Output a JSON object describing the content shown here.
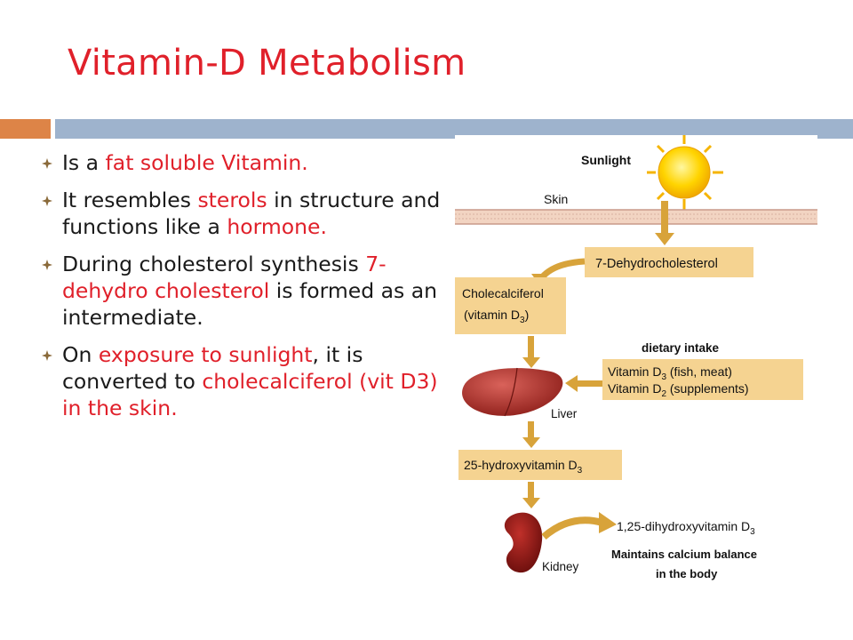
{
  "slide": {
    "title": "Vitamin-D Metabolism",
    "colors": {
      "title": "#e0202a",
      "highlight": "#e0202a",
      "bar_orange": "#dd8447",
      "bar_blue": "#9eb3cd"
    },
    "bullets": [
      {
        "segments": [
          "Is a ",
          "fat soluble Vitamin."
        ]
      },
      {
        "segments": [
          "It resembles ",
          "sterols",
          " in structure and functions like a ",
          "hormone."
        ]
      },
      {
        "segments": [
          "During cholesterol synthesis ",
          "7-dehydro cholesterol",
          " is formed as an intermediate."
        ]
      },
      {
        "segments": [
          "On ",
          "exposure to sunlight",
          ", it is converted to ",
          "cholecalciferol (vit D3) in the skin."
        ]
      }
    ]
  },
  "diagram": {
    "sunlight": "Sunlight",
    "skin": "Skin",
    "dehydro": "7-Dehydrocholesterol",
    "chole_1": "Cholecalciferol",
    "chole_2": "(vitamin D",
    "chole_3": ")",
    "dietary": "dietary intake",
    "vitd3_a": "Vitamin D",
    "vitd3_b": " (fish, meat)",
    "vitd2_a": "Vitamin D",
    "vitd2_b": " (supplements)",
    "liver": "Liver",
    "hydroxy_a": "25-hydroxyvitamin D",
    "dihydroxy_a": "1,25-dihydroxyvitamin D",
    "kidney": "Kidney",
    "maintains_1": "Maintains calcium balance",
    "maintains_2": "in the body",
    "sub3": "3",
    "sub2": "2"
  }
}
